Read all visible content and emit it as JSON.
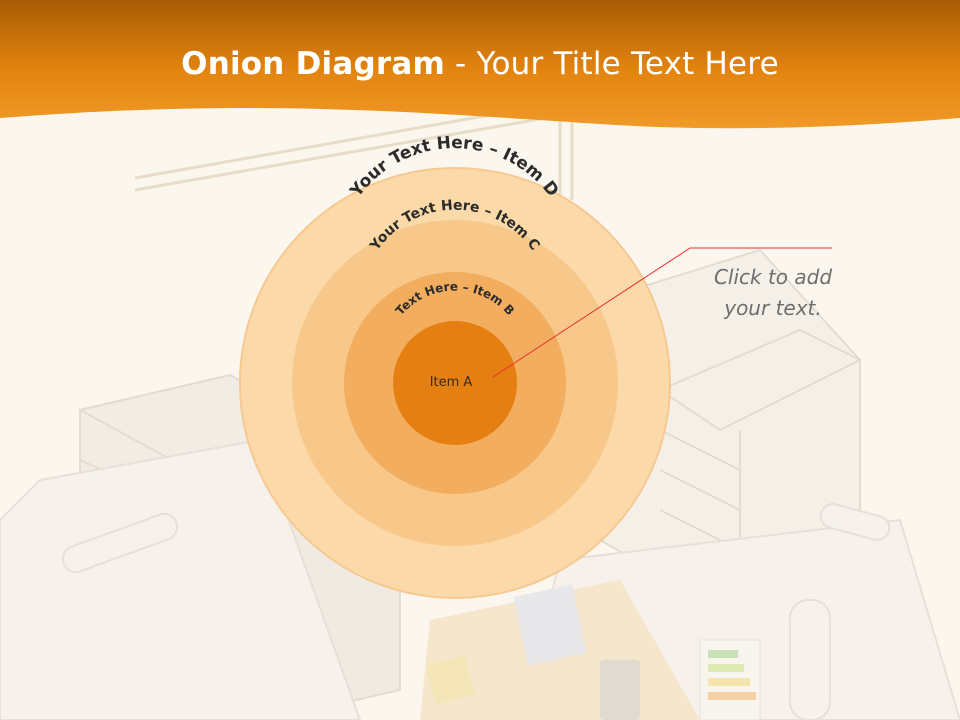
{
  "slide": {
    "title_bold": "Onion Diagram",
    "title_rest": " - Your Title Text Here"
  },
  "diagram": {
    "rings": [
      {
        "id": "D",
        "label": "Your Text Here – Item D",
        "color": "#fbd9a8"
      },
      {
        "id": "C",
        "label": "Your Text Here – Item C",
        "color": "#f8c88a"
      },
      {
        "id": "B",
        "label": "Text Here – Item B",
        "color": "#f3ad5e"
      },
      {
        "id": "A",
        "label": "Item A",
        "color": "#e57f12"
      }
    ]
  },
  "callout": {
    "line1": "Click  to add",
    "line2": "your text.",
    "line_color": "#e8322e"
  },
  "colors": {
    "header_orange": "#e3840f",
    "background": "#fbf7ef"
  }
}
